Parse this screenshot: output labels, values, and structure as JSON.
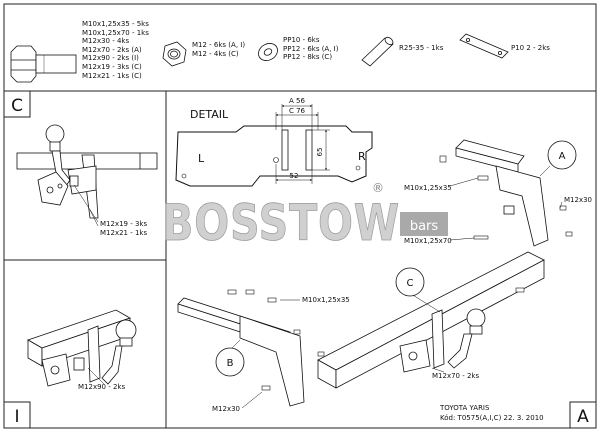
{
  "parts": [
    {
      "icon": "bolt-icon",
      "lines": [
        "M10x1,25x35 - 5ks",
        "M10x1,25x70 - 1ks",
        "M12x30 - 4ks",
        "M12x70 - 2ks (A)",
        "M12x90 - 2ks (I)",
        "M12x19 - 3ks (C)",
        "M12x21 - 1ks (C)"
      ]
    },
    {
      "icon": "nut-icon",
      "lines": [
        "M12 - 6ks (A, I)",
        "M12 - 4ks (C)"
      ]
    },
    {
      "icon": "washer-icon",
      "lines": [
        "PP10 - 6ks",
        "PP12 - 6ks (A, I)",
        "PP12 - 8ks (C)"
      ]
    },
    {
      "icon": "tube-icon",
      "lines": [
        "R25-35 - 1ks"
      ]
    },
    {
      "icon": "plate-icon",
      "lines": [
        "P10 2 - 2ks"
      ]
    }
  ],
  "panels": {
    "c": {
      "letter": "C",
      "labels": [
        "M12x19 - 3ks",
        "M12x21 - 1ks"
      ]
    },
    "i": {
      "letter": "I",
      "labels": [
        "M12x90 - 2ks"
      ]
    },
    "a": {
      "letter": "A"
    }
  },
  "detail": {
    "title": "DETAIL",
    "left": "L",
    "right": "R",
    "dim_a": "A 56",
    "dim_c": "C 76",
    "dim_height": "65",
    "dim_52": "52"
  },
  "main": {
    "callout_a": "A",
    "callout_b": "B",
    "callout_c": "C",
    "labels": {
      "bolt_m10x35_top": "M10x1,25x35",
      "bolt_m10x70": "M10x1,25x70",
      "bolt_m12x30_right": "M12x30",
      "bolt_m10x35_mid": "M10x1,25x35",
      "bolt_m12x70": "M12x70 - 2ks",
      "bolt_m12x30_bottom": "M12x30"
    }
  },
  "watermark": {
    "text": "BOSSTOW",
    "sub": "bars",
    "mark": "®"
  },
  "titleblock": {
    "model": "TOYOTA YARIS",
    "code": "Kód: T0575(A,I,C)  22. 3. 2010"
  }
}
